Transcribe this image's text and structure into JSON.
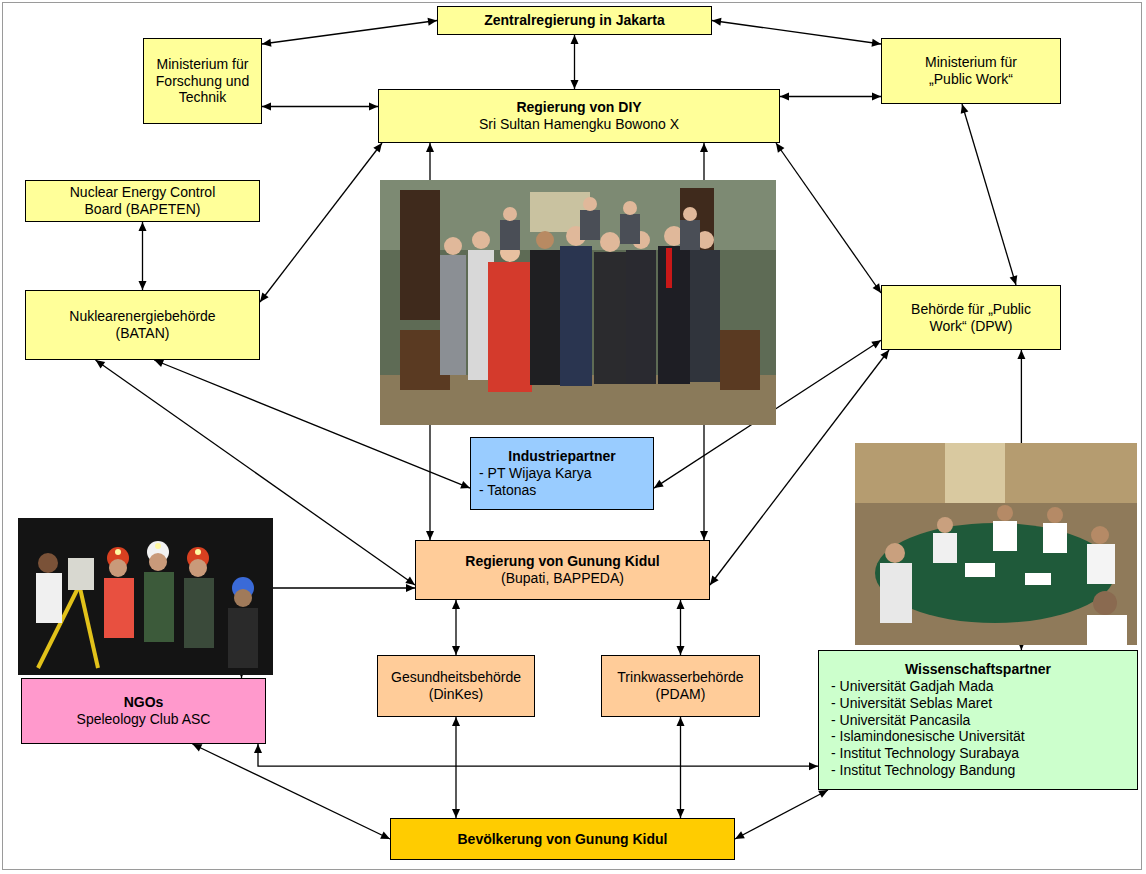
{
  "diagram": {
    "nodes": [
      {
        "text": [
          "Zentralregierung in Jakarta"
        ]
      },
      {
        "text": [
          "Ministerium für Forschung und Technik"
        ]
      },
      {
        "text": [
          "Regierung von DIY",
          "Sri Sultan Hamengku Bowono X"
        ]
      },
      {
        "text": [
          "Ministerium für „Public Work“"
        ]
      },
      {
        "text": [
          "Nuclear Energy Control Board (BAPETEN)"
        ]
      },
      {
        "text": [
          "Nuklearenergiebehörde (BATAN)"
        ]
      },
      {
        "text": [
          "Behörde für „Public Work“ (DPW)"
        ]
      },
      {
        "text": [
          "Industriepartner",
          "- PT Wijaya Karya",
          "- Tatonas"
        ]
      },
      {
        "text": [
          "Regierung von Gunung Kidul",
          "(Bupati, BAPPEDA)"
        ]
      },
      {
        "text": [
          "NGOs",
          "Speleology Club ASC"
        ]
      },
      {
        "text": [
          "Gesundheitsbehörde (DinKes)"
        ]
      },
      {
        "text": [
          "Trinkwasserbehörde (PDAM)"
        ]
      },
      {
        "text": [
          "Wissenschaftspartner",
          "- Universität Gadjah Mada",
          "- Universität Seblas Maret",
          "- Universität Pancasila",
          "- Islamindonesische Universität",
          "- Institut Technology Surabaya",
          "- Institut Technology Bandung"
        ]
      },
      {
        "text": [
          "Bevölkerung von Gunung Kidul"
        ]
      }
    ],
    "edges": [
      {
        "from": 0,
        "to": 2,
        "arrow": "both"
      },
      {
        "from": 0,
        "to": 1,
        "arrow": "both"
      },
      {
        "from": 0,
        "to": 3,
        "arrow": "both"
      },
      {
        "from": 1,
        "to": 2,
        "arrow": "both"
      },
      {
        "from": 2,
        "to": 3,
        "arrow": "both"
      },
      {
        "from": 4,
        "to": 5,
        "arrow": "both"
      },
      {
        "from": 5,
        "to": 2,
        "arrow": "both"
      },
      {
        "from": 2,
        "to": 6,
        "arrow": "both"
      },
      {
        "from": 3,
        "to": 6,
        "arrow": "both"
      },
      {
        "from": 5,
        "to": 7,
        "arrow": "both"
      },
      {
        "from": 5,
        "to": 8,
        "arrow": "both"
      },
      {
        "from": 7,
        "to": 6,
        "arrow": "both"
      },
      {
        "from": 2,
        "to": 8,
        "arrow": "both"
      },
      {
        "from": 2,
        "to": 8,
        "arrow": "both"
      },
      {
        "from": 6,
        "to": 8,
        "arrow": "both"
      },
      {
        "from": 6,
        "to": 12,
        "arrow": "both"
      },
      {
        "from": 9,
        "to": 8,
        "arrow": "both"
      },
      {
        "from": 8,
        "to": 10,
        "arrow": "both"
      },
      {
        "from": 8,
        "to": 11,
        "arrow": "both"
      },
      {
        "from": 10,
        "to": 13,
        "arrow": "both"
      },
      {
        "from": 11,
        "to": 13,
        "arrow": "both"
      },
      {
        "from": 9,
        "to": 12,
        "arrow": "both"
      },
      {
        "from": 9,
        "to": 13,
        "arrow": "both"
      },
      {
        "from": 12,
        "to": 13,
        "arrow": "both"
      }
    ]
  }
}
